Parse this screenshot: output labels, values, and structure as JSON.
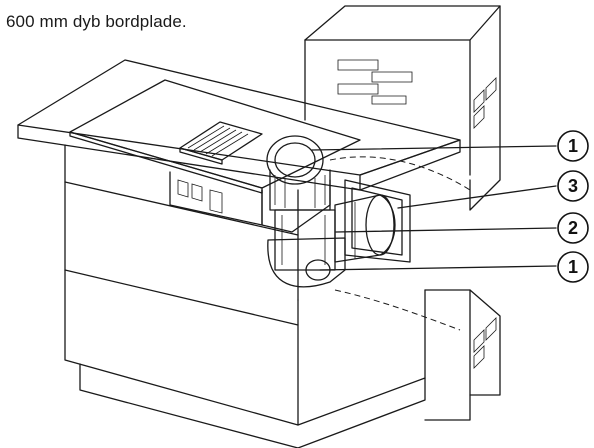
{
  "caption": "600 mm dyb bordplade.",
  "callouts": [
    {
      "label": "1"
    },
    {
      "label": "3"
    },
    {
      "label": "2"
    },
    {
      "label": "1"
    }
  ]
}
